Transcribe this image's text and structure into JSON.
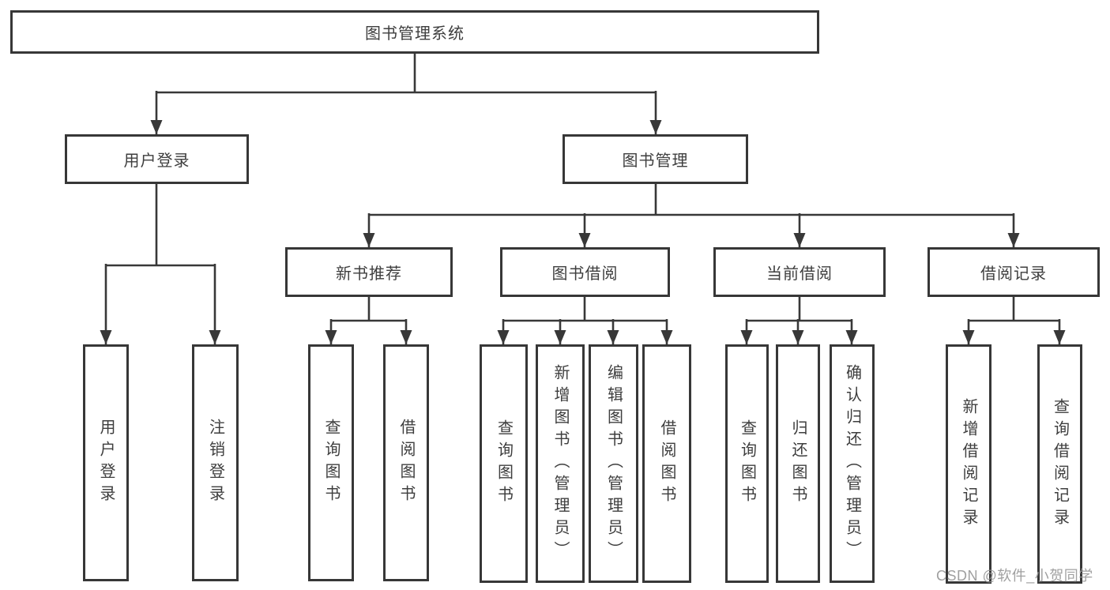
{
  "diagram": {
    "type": "hierarchy-tree",
    "tree": {
      "root": {
        "label": "图书管理系统"
      },
      "branches": [
        {
          "label": "用户登录",
          "children": [
            {
              "label": "用户登录"
            },
            {
              "label": "注销登录"
            }
          ]
        },
        {
          "label": "图书管理",
          "sections": [
            {
              "label": "新书推荐",
              "children": [
                {
                  "label": "查询图书"
                },
                {
                  "label": "借阅图书"
                }
              ]
            },
            {
              "label": "图书借阅",
              "children": [
                {
                  "label": "查询图书"
                },
                {
                  "label": "新增图书（管理员）"
                },
                {
                  "label": "编辑图书（管理员）"
                },
                {
                  "label": "借阅图书"
                }
              ]
            },
            {
              "label": "当前借阅",
              "children": [
                {
                  "label": "查询图书"
                },
                {
                  "label": "归还图书"
                },
                {
                  "label": "确认归还（管理员）"
                }
              ]
            },
            {
              "label": "借阅记录",
              "children": [
                {
                  "label": "新增借阅记录"
                },
                {
                  "label": "查询借阅记录"
                }
              ]
            }
          ]
        }
      ]
    }
  },
  "watermark": {
    "text": "CSDN @软件_小贺同学"
  },
  "colors": {
    "line": "#383838",
    "box_border": "#373737",
    "text": "#3e3e3e",
    "background": "#ffffff",
    "watermark": "#989898"
  }
}
